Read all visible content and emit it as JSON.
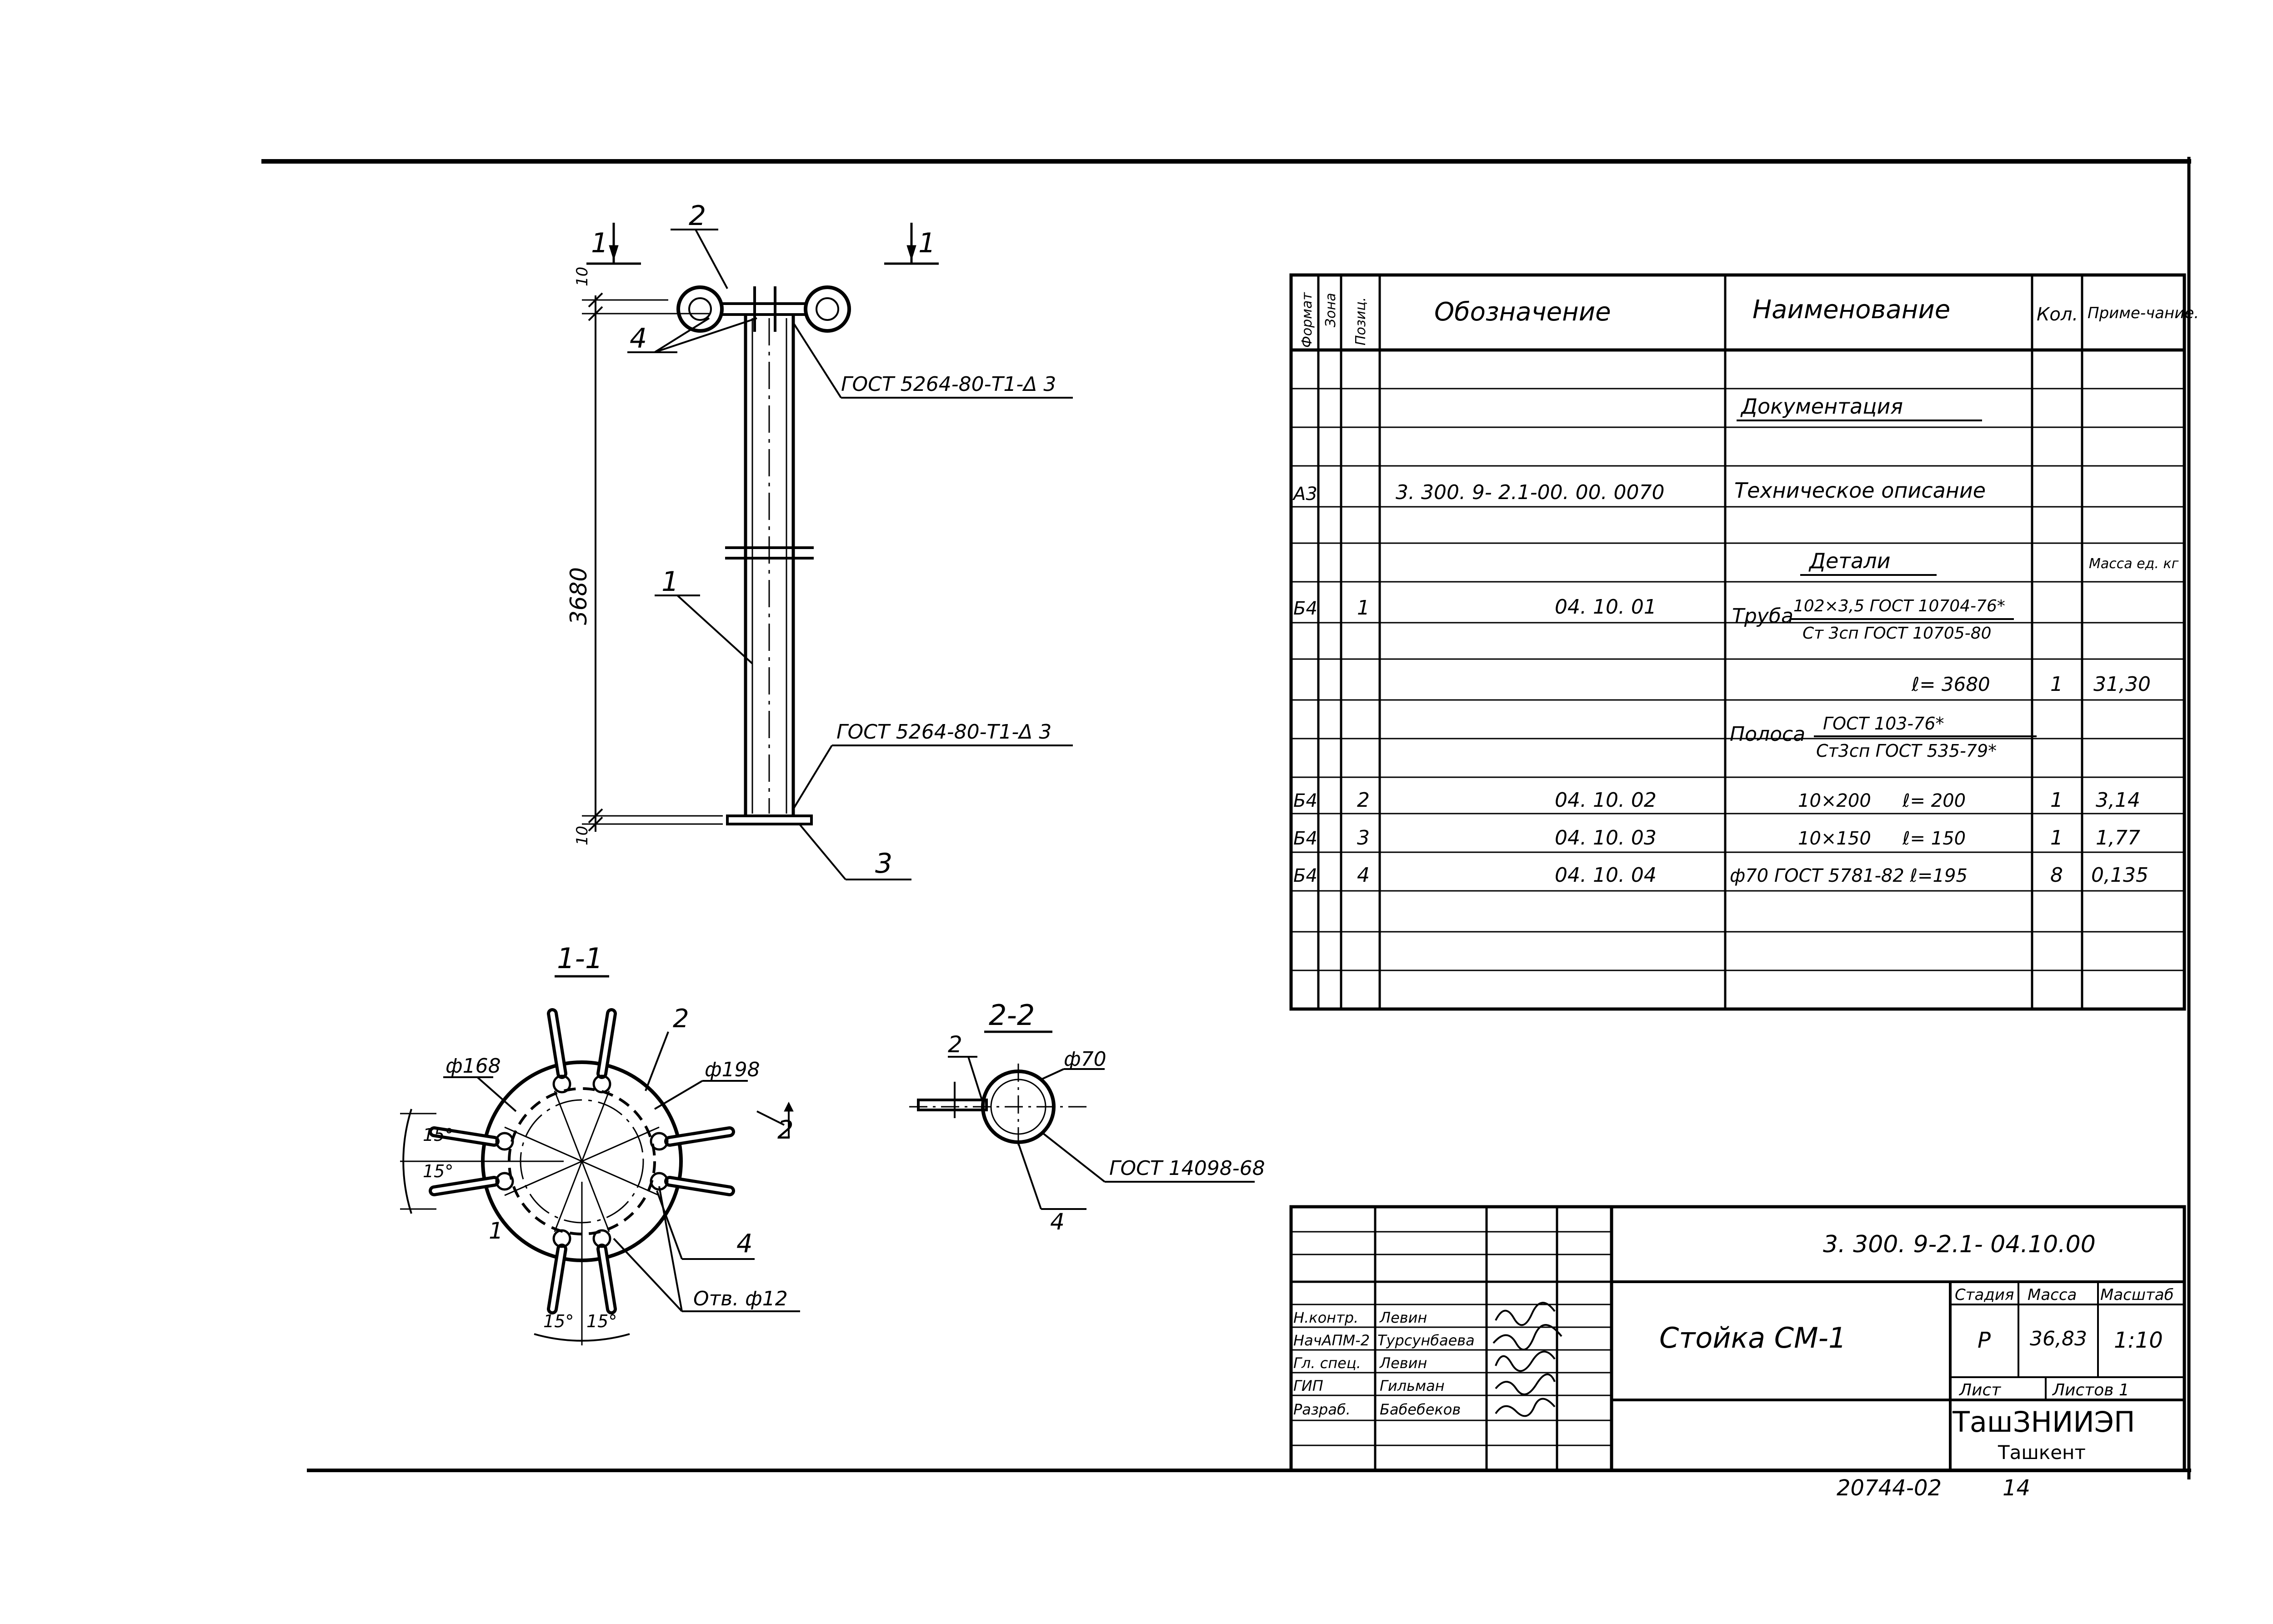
{
  "section_labels": {
    "cut_1_left": "1",
    "cut_1_right": "1",
    "section_1_1": "1-1",
    "section_2_2": "2-2"
  },
  "elevation": {
    "callout_2": "2",
    "callout_4": "4",
    "callout_1": "1",
    "callout_3": "3",
    "dim_total": "3680",
    "dim_top": "10",
    "dim_bottom": "10",
    "weld_top": "ГОСТ 5264-80-Т1-Δ 3",
    "weld_bottom": "ГОСТ 5264-80-Т1-Δ 3"
  },
  "section_1_1_view": {
    "dia_inner": "ф168",
    "dia_outer": "ф198",
    "angle_left_top": "15°",
    "angle_left_bottom": "15°",
    "angle_bottom_left": "15°",
    "angle_bottom_right": "15°",
    "callout_2_top": "2",
    "callout_2_right": "2",
    "callout_1": "1",
    "callout_4": "4",
    "hole": "Отв. ф12"
  },
  "section_2_2_view": {
    "callout_2": "2",
    "dia": "ф70",
    "callout_4": "4",
    "gost": "ГОСТ 14098-68"
  },
  "spec_table": {
    "headers": {
      "format": "Формат",
      "zone": "Зона",
      "pos": "Позиц.",
      "designation": "Обозначение",
      "name": "Наименование",
      "qty": "Кол.",
      "note": "Приме-чание."
    },
    "rows": {
      "doc_heading": "Документация",
      "a3_format": "А3",
      "a3_designation": "3. 300. 9- 2.1-00. 00. 0070",
      "a3_name": "Техническое описание",
      "details_heading": "Детали",
      "mass_note": "Масса ед. кг",
      "r1_format": "Б4",
      "r1_pos": "1",
      "r1_designation": "04. 10. 01",
      "r1_name_prefix": "Труба",
      "r1_name_num": "102×3,5 ГОСТ 10704-76*",
      "r1_name_den": "Ст 3сп ГОСТ 10705-80",
      "r1_length": "ℓ= 3680",
      "r1_qty": "1",
      "r1_mass": "31,30",
      "band_prefix": "Полоса",
      "band_num": "ГОСТ 103-76*",
      "band_den": "Ст3сп ГОСТ 535-79*",
      "r2_format": "Б4",
      "r2_pos": "2",
      "r2_designation": "04. 10. 02",
      "r2_size": "10×200",
      "r2_length": "ℓ= 200",
      "r2_qty": "1",
      "r2_mass": "3,14",
      "r3_format": "Б4",
      "r3_pos": "3",
      "r3_designation": "04. 10. 03",
      "r3_size": "10×150",
      "r3_length": "ℓ= 150",
      "r3_qty": "1",
      "r3_mass": "1,77",
      "r4_format": "Б4",
      "r4_pos": "4",
      "r4_designation": "04. 10. 04",
      "r4_name": "ф70 ГОСТ 5781-82  ℓ=195",
      "r4_qty": "8",
      "r4_mass": "0,135"
    }
  },
  "title_block": {
    "code": "3. 300. 9-2.1- 04.10.00",
    "title": "Стойка  СМ-1",
    "stage_label": "Стадия",
    "mass_label": "Масса",
    "scale_label": "Масштаб",
    "stage_value": "Р",
    "mass_value": "36,83",
    "scale_value": "1:10",
    "sheet_label": "Лист",
    "sheets_label": "Листов 1",
    "org_name": "ТашЗНИИЭП",
    "org_city": "Ташкент",
    "roles": [
      "Н.контр.",
      "НачАПМ-2",
      "Гл. спец.",
      "ГИП",
      "Разраб."
    ],
    "names": [
      "Левин",
      "Турсунбаева",
      "Левин",
      "Гильман",
      "Бабебеков"
    ]
  },
  "footer": {
    "number": "20744-02",
    "page": "14"
  }
}
